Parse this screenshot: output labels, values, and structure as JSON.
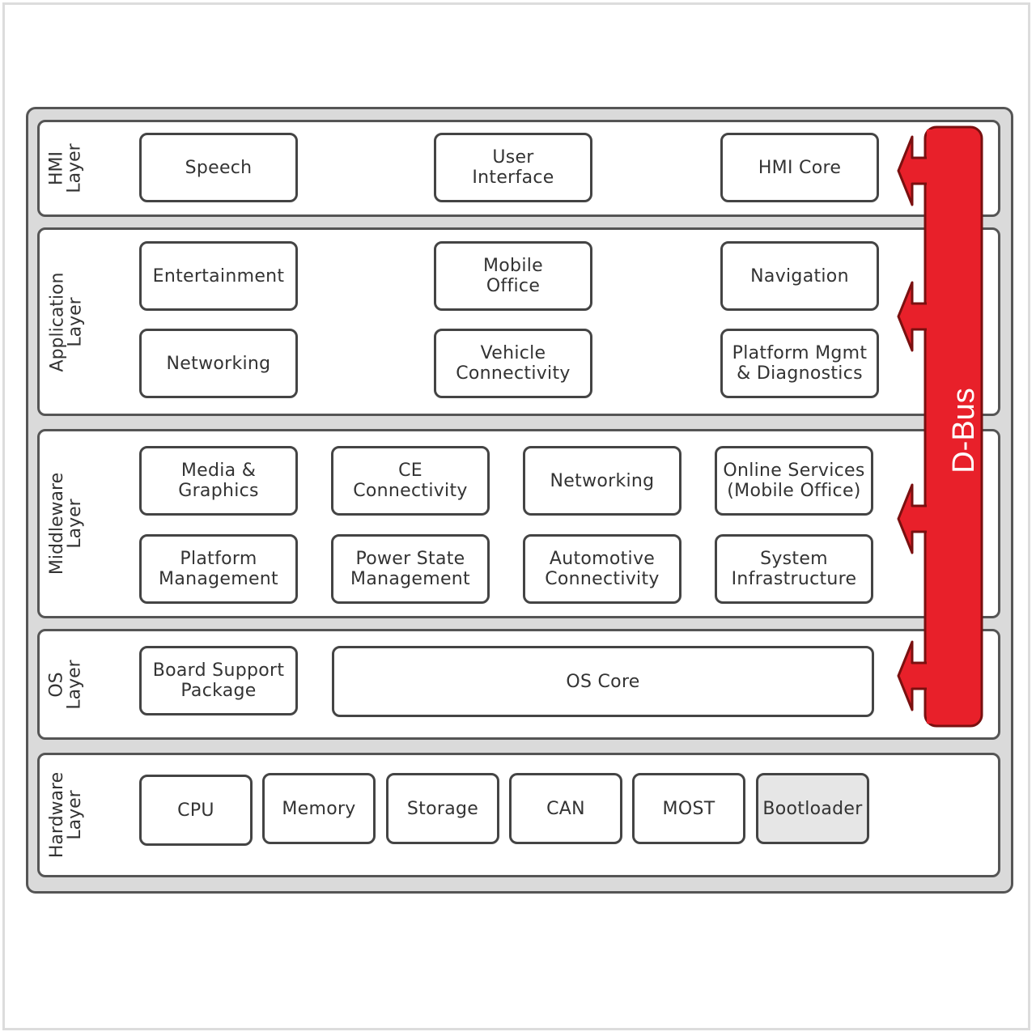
{
  "layers": {
    "hmi": {
      "label": "HMI\nLayer"
    },
    "application": {
      "label": "Application\nLayer"
    },
    "middleware": {
      "label": "Middleware\nLayer"
    },
    "os": {
      "label": "OS\nLayer"
    },
    "hardware": {
      "label": "Hardware\nLayer"
    }
  },
  "hmi": {
    "speech": "Speech",
    "user_interface": "User\nInterface",
    "hmi_core": "HMI Core"
  },
  "application": {
    "entertainment": "Entertainment",
    "mobile_office": "Mobile\nOffice",
    "navigation": "Navigation",
    "networking": "Networking",
    "vehicle_connectivity": "Vehicle\nConnectivity",
    "platform_mgmt": "Platform Mgmt\n& Diagnostics"
  },
  "middleware": {
    "media_graphics": "Media &\nGraphics",
    "ce_connectivity": "CE\nConnectivity",
    "networking": "Networking",
    "online_services": "Online Services\n(Mobile Office)",
    "platform_management": "Platform\nManagement",
    "power_state": "Power State\nManagement",
    "automotive_connectivity": "Automotive\nConnectivity",
    "system_infrastructure": "System\nInfrastructure"
  },
  "os": {
    "board_support": "Board Support\nPackage",
    "os_core": "OS Core"
  },
  "hardware": {
    "cpu": "CPU",
    "memory": "Memory",
    "storage": "Storage",
    "can": "CAN",
    "most": "MOST",
    "bootloader": "Bootloader"
  },
  "bus": {
    "label": "D-Bus",
    "color": "#e8202a"
  }
}
